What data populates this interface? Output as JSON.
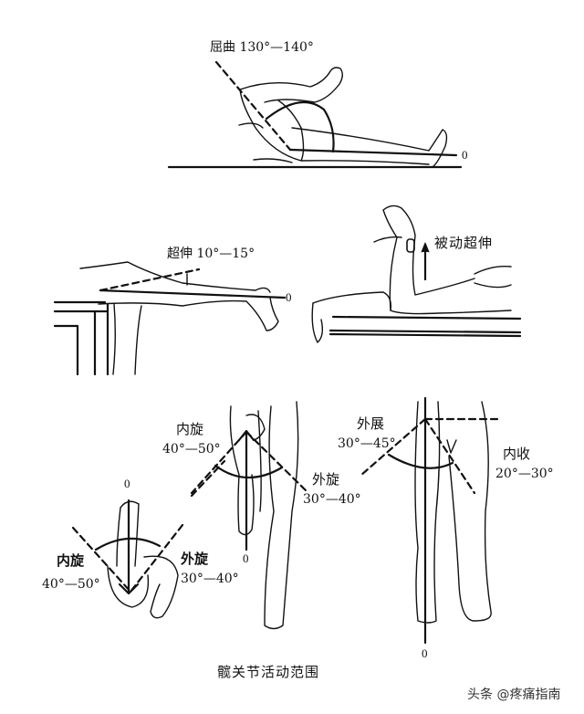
{
  "figure": {
    "caption": "髋关节活动范围",
    "watermark": "头条 @疼痛指南"
  },
  "panels": {
    "flexion": {
      "label": "屈曲 130°—140°",
      "zero": "0"
    },
    "hyperextension": {
      "label": "超伸 10°—15°",
      "zero": "0"
    },
    "passive_hyperextension": {
      "label": "被动超伸"
    },
    "rotation_prone": {
      "zero": "0",
      "internal_label": "内旋",
      "internal_range": "40°—50°",
      "external_label": "外旋",
      "external_range": "30°—40°"
    },
    "rotation_standing": {
      "zero": "0",
      "internal_label": "内旋",
      "internal_range": "40°—50°",
      "external_label": "外旋",
      "external_range": "30°—40°"
    },
    "abduction_adduction": {
      "zero": "0",
      "abduction_label": "外展",
      "abduction_range": "30°—45°",
      "adduction_label": "内收",
      "adduction_range": "20°—30°"
    }
  }
}
